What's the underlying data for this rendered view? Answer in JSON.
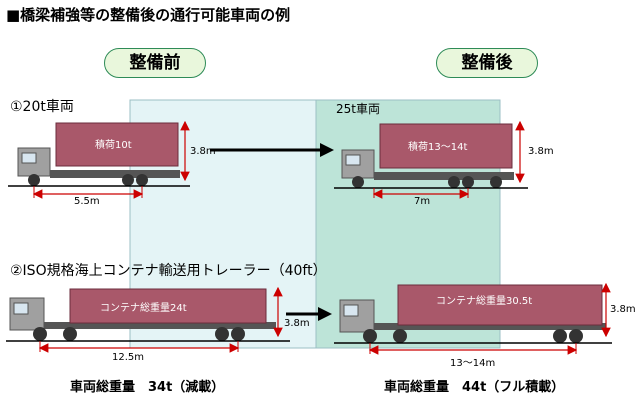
{
  "title": "■橋梁補強等の整備後の通行可能車両の例",
  "labels": {
    "before": "整備前",
    "after": "整備後"
  },
  "section1": {
    "heading": "①20t車両",
    "after_heading": "25t車両",
    "before_cargo": "積荷10t",
    "after_cargo": "積荷13～14t",
    "before_height": "3.8m",
    "after_height": "3.8m",
    "before_length": "5.5m",
    "after_length": "7m"
  },
  "section2": {
    "heading": "②ISO規格海上コンテナ輸送用トレーラー（40ft）",
    "before_cargo": "コンテナ総重量24t",
    "after_cargo": "コンテナ総重量30.5t",
    "before_height": "3.8m",
    "after_height": "3.8m",
    "before_length": "12.5m",
    "after_length": "13～14m"
  },
  "totals": {
    "before": "車両総重量　34t（減載）",
    "after": "車両総重量　44t（フル積載）"
  },
  "colors": {
    "cargo": "#a9586a",
    "cab": "#9c9c9c",
    "panel_before": "#e4f4f6",
    "panel_after": "#bde4d8",
    "dim_line": "#cc0000",
    "pill_border": "#2e8b57"
  }
}
